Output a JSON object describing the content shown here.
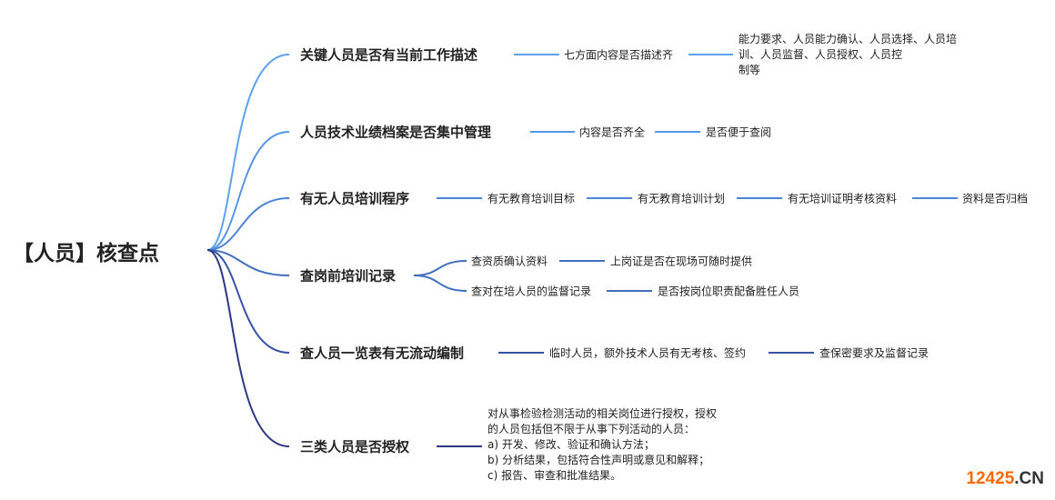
{
  "root": "【人员】核查点",
  "branches": [
    {
      "label": "关键人员是否有当前工作描述",
      "color": "#5ea2f0",
      "children": [
        "七方面内容是否描述齐"
      ],
      "detail": [
        "能力要求、人员能力确认、人员选择、人员培",
        "训、人员监督、人员授权、人员控",
        "制等"
      ]
    },
    {
      "label": "人员技术业绩档案是否集中管理",
      "color": "#5696e6",
      "children": [
        "内容是否齐全",
        "是否便于查阅"
      ]
    },
    {
      "label": "有无人员培训程序",
      "color": "#4c84d6",
      "children": [
        "有无教育培训目标",
        "有无教育培训计划",
        "有无培训证明考核资料",
        "资料是否归档"
      ]
    },
    {
      "label": "查岗前培训记录",
      "color": "#416fc0",
      "children": [
        "查资质确认资料",
        "上岗证是否在现场可随时提供",
        "查对在培人员的监督记录",
        "是否按岗位职责配备胜任人员"
      ]
    },
    {
      "label": "查人员一览表有无流动编制",
      "color": "#3853a6",
      "children": [
        "临时人员，额外技术人员有无考核、签约",
        "查保密要求及监督记录"
      ]
    },
    {
      "label": "三类人员是否授权",
      "color": "#2e3884",
      "detail": [
        "对从事检验检测活动的相关岗位进行授权，授权",
        "的人员包括但不限于从事下列活动的人员：",
        "a) 开发、修改、验证和确认方法；",
        "b) 分析结果，包括符合性声明或意见和解释；",
        "c) 报告、审查和批准结果。"
      ]
    }
  ],
  "watermark": {
    "num": "12425",
    "suffix": ".CN"
  }
}
